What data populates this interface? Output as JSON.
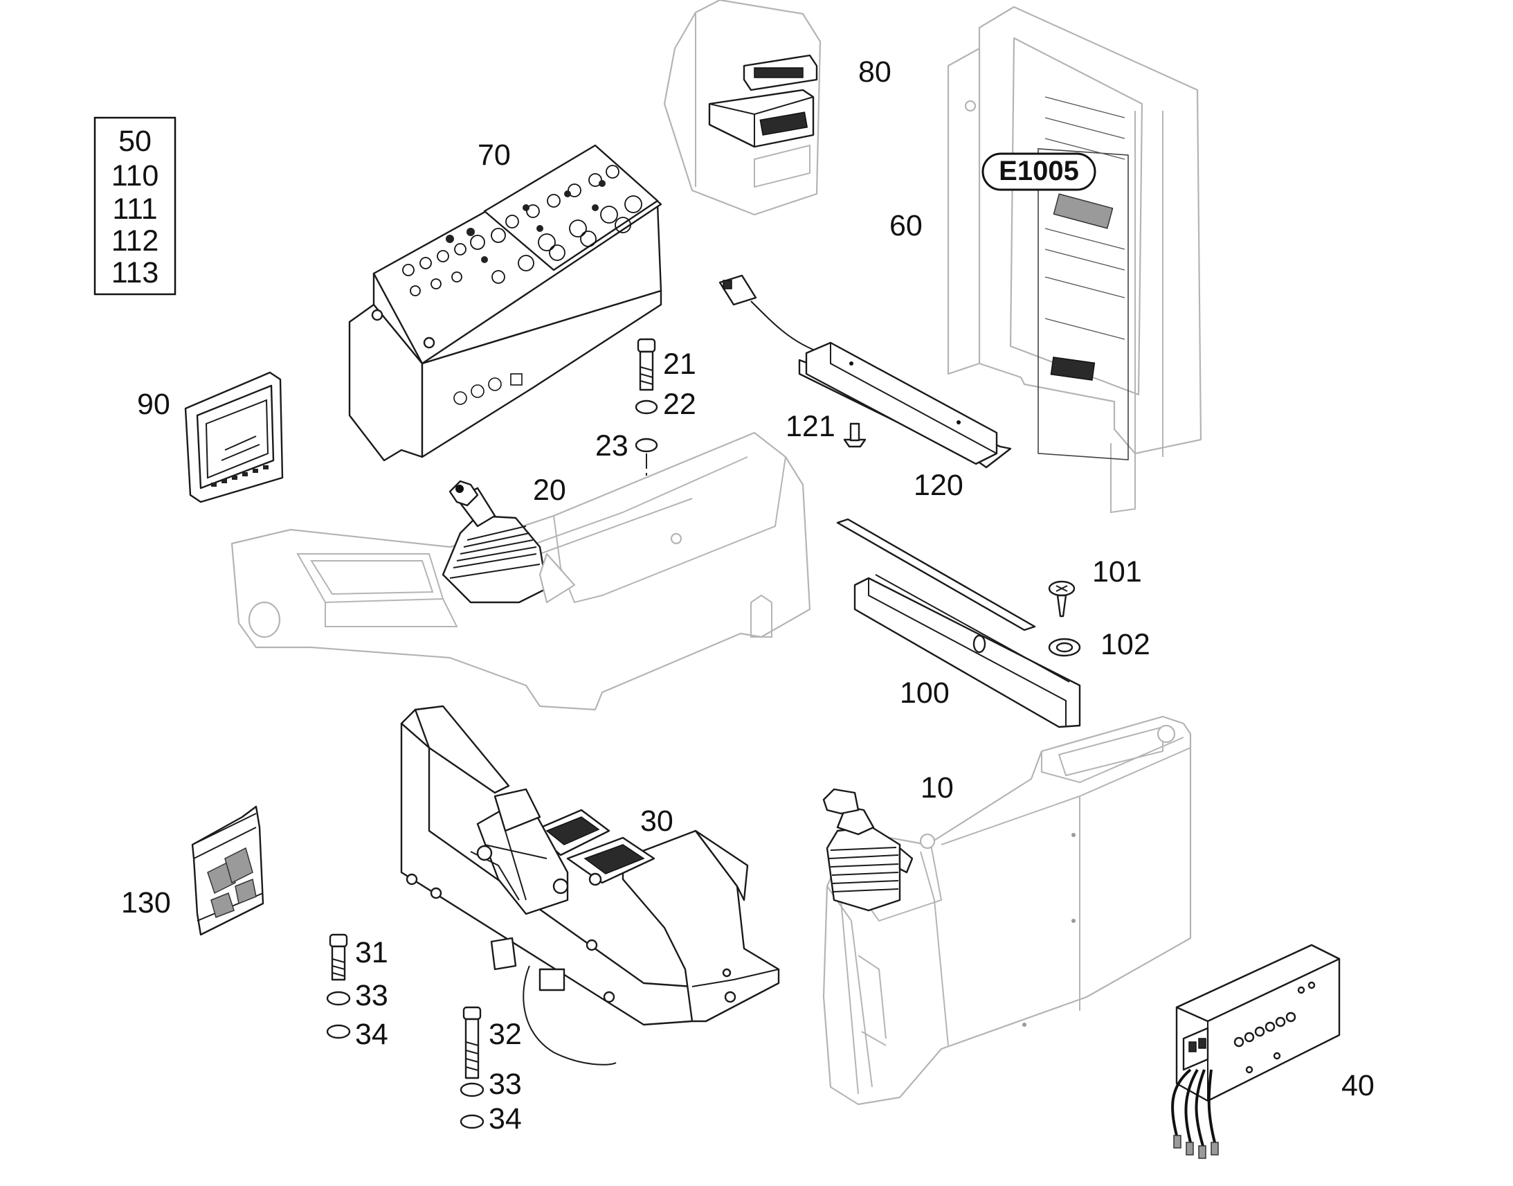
{
  "legend_box": [
    "50",
    "110",
    "111",
    "112",
    "113"
  ],
  "badge": "E1005",
  "labels": {
    "p10": "10",
    "p20": "20",
    "p21": "21",
    "p22": "22",
    "p23": "23",
    "p30": "30",
    "p31": "31",
    "p32": "32",
    "p33a": "33",
    "p33b": "33",
    "p34a": "34",
    "p34b": "34",
    "p40": "40",
    "p60": "60",
    "p70": "70",
    "p80": "80",
    "p90": "90",
    "p100": "100",
    "p101": "101",
    "p102": "102",
    "p120": "120",
    "p121": "121",
    "p130": "130"
  }
}
